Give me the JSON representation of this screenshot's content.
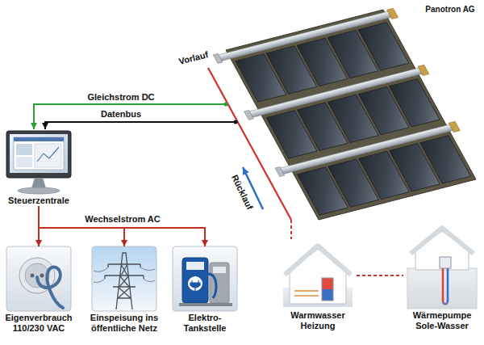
{
  "diagram": {
    "nodes": [
      {
        "text": [
          "Steuerzentrale"
        ]
      },
      {
        "text": [
          "Eigenverbrauch 110/230 VAC"
        ]
      },
      {
        "text": [
          "Einspeisung ins öffentliche Netz"
        ]
      },
      {
        "text": [
          "Elektro-Tankstelle"
        ]
      },
      {
        "text": [
          "Warmwasser Heizung"
        ]
      },
      {
        "text": [
          "Wärmepumpe Sole-Wasser"
        ]
      }
    ],
    "edges": [
      {
        "from": 0,
        "to": 1,
        "arrow": "to",
        "label": "Wechselstrom AC"
      },
      {
        "from": 0,
        "to": 2,
        "arrow": "to"
      },
      {
        "from": 0,
        "to": 3,
        "arrow": "to"
      },
      {
        "from": 4,
        "to": 5,
        "arrow": "none"
      }
    ],
    "labels": [
      "Panotron AG",
      "Vorlauf",
      "Gleichstrom DC",
      "Datenbus",
      "Rücklauf"
    ]
  }
}
